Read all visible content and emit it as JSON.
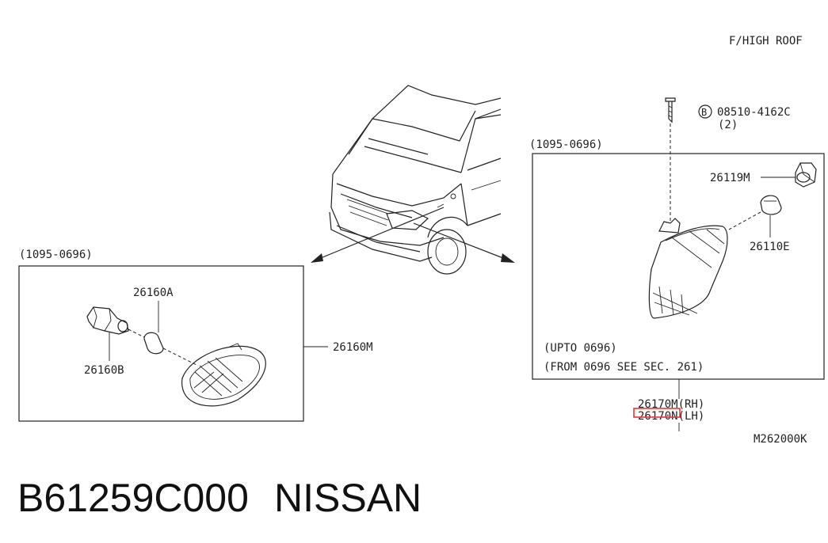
{
  "header": {
    "variant": "F/HIGH ROOF"
  },
  "left_panel": {
    "date_range": "(1095-0696)",
    "parts": {
      "socket": "26160A",
      "bulb_holder": "26160B",
      "lamp_assembly": "26160M"
    }
  },
  "right_panel": {
    "date_range": "(1095-0696)",
    "screw": {
      "circle_letter": "B",
      "part": "08510-4162C",
      "qty": "(2)"
    },
    "parts": {
      "socket": "26119M",
      "bulb": "26110E"
    },
    "notes": {
      "upto": "(UPTO  0696)",
      "from": "(FROM 0696 SEE SEC. 261)"
    },
    "assembly": {
      "rh": "26170M(RH)",
      "lh": "26170N(LH)"
    },
    "highlight_color": "#e53935"
  },
  "figure_code": "M262000K",
  "footer": {
    "part_number": "B61259C000",
    "brand": "NISSAN"
  }
}
